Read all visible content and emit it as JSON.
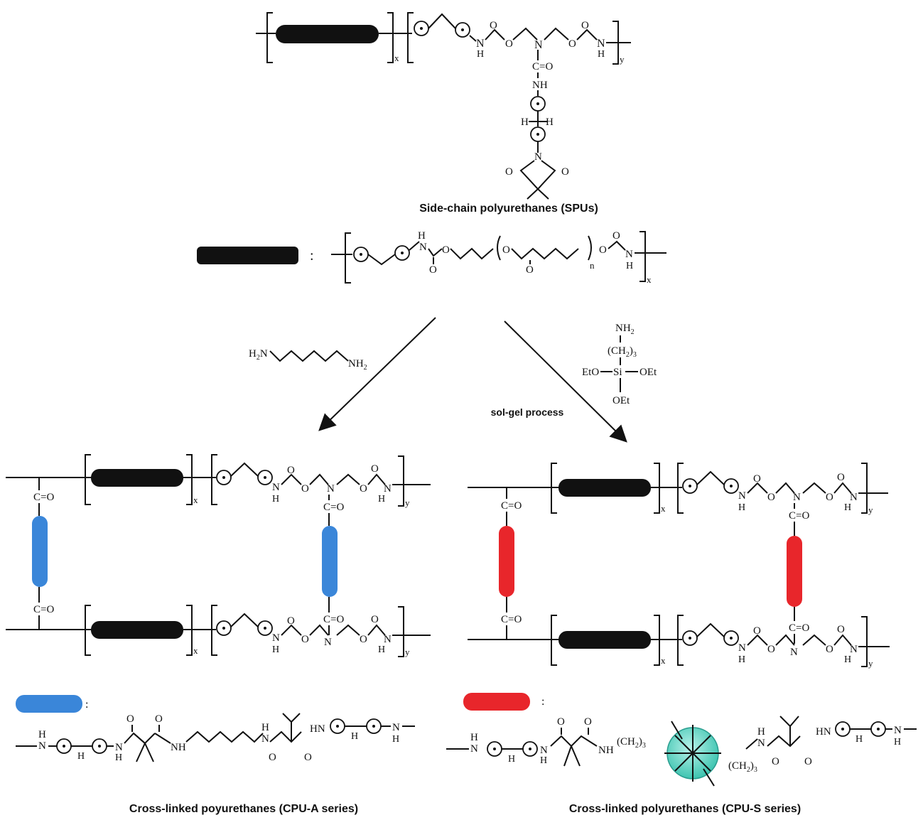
{
  "captions": {
    "spu": "Side-chain polyurethanes (SPUs)",
    "cpu_a": "Cross-linked poyurethanes (CPU-A series)",
    "cpu_s": "Cross-linked polyurethanes (CPU-S series)",
    "process": "sol-gel process",
    "colon": ":"
  },
  "atoms": {
    "N": "N",
    "H": "H",
    "O": "O",
    "C": "C",
    "NH": "NH",
    "HN": "HN",
    "CO": "C=O",
    "x": "x",
    "y": "y",
    "n": "n",
    "n3": "3",
    "ch2": "(CH",
    "ch2_close": ")",
    "h2n": "H",
    "nh2": "NH",
    "sub2": "2",
    "eto": "EtO",
    "oet": "OEt",
    "si": "Si"
  },
  "colors": {
    "soft_segment": "#111111",
    "diamine_crosslinker": "#3a86d9",
    "silane_crosslinker": "#e8262b",
    "silica_cluster": "#4fd1c0"
  }
}
